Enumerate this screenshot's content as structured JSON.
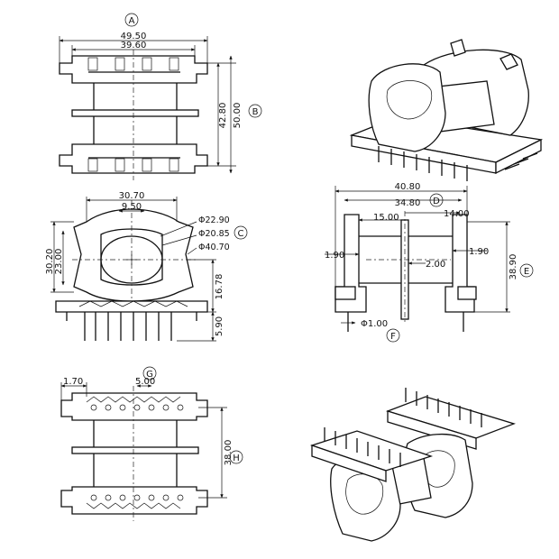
{
  "colors": {
    "ink": "#111111",
    "paper": "#ffffff"
  },
  "labels": {
    "A": "A",
    "B": "B",
    "C": "C",
    "D": "D",
    "E": "E",
    "F": "F",
    "G": "G",
    "H": "H"
  },
  "top_view": {
    "width_outer": "49.50",
    "width_inner": "39.60",
    "height_inner": "42.80",
    "height_outer": "50.00"
  },
  "front_view": {
    "width": "30.70",
    "inner_width": "9.50",
    "dia_1": "Φ22.90",
    "dia_2": "Φ20.85",
    "dia_3": "Φ40.70",
    "height_1": "30.20",
    "height_2": "23.00",
    "height_3": "16.78",
    "pin_length": "5.90"
  },
  "side_view": {
    "width_outer": "40.80",
    "width_mid": "34.80",
    "width_c": "14.00",
    "width_d": "15.00",
    "left_wall": "1.90",
    "right_wall": "1.90",
    "center_gap": "2.00",
    "height": "38.90",
    "pin_dia": "Φ1.00"
  },
  "bottom_view": {
    "pin_offset": "1.70",
    "pin_pitch": "5.00",
    "row_spacing": "38.00"
  }
}
